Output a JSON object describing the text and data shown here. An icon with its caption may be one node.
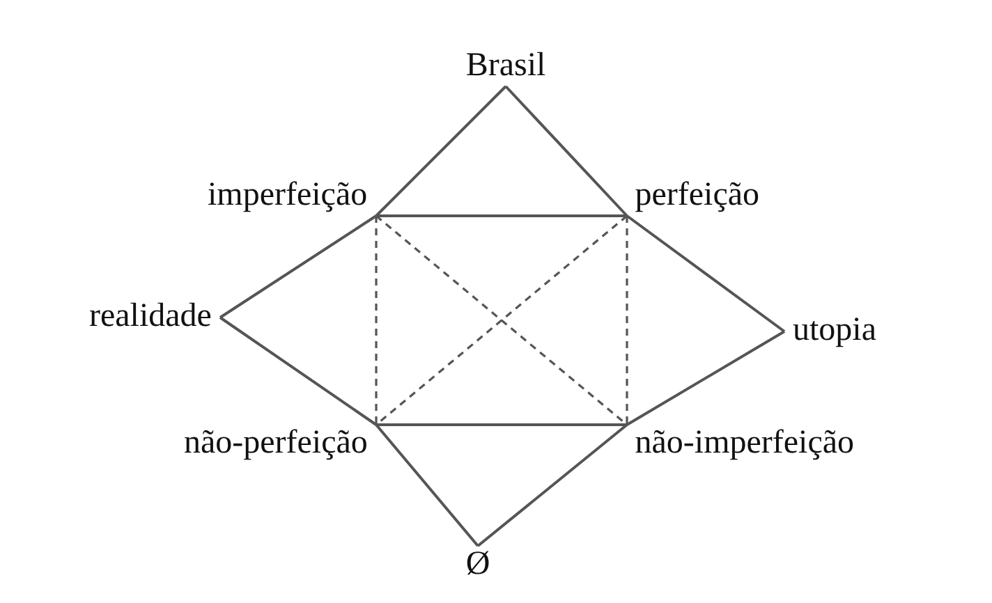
{
  "diagram": {
    "nodes": [
      {
        "text": [
          "Brasil"
        ]
      },
      {
        "text": [
          "imperfeição"
        ]
      },
      {
        "text": [
          "perfeição"
        ]
      },
      {
        "text": [
          "realidade"
        ]
      },
      {
        "text": [
          "utopia"
        ]
      },
      {
        "text": [
          "não-perfeição"
        ]
      },
      {
        "text": [
          "não-imperfeição"
        ]
      },
      {
        "text": [
          "Ø"
        ]
      }
    ],
    "edges": [
      {
        "from": 0,
        "to": 1,
        "arrow": "none"
      },
      {
        "from": 0,
        "to": 2,
        "arrow": "none"
      },
      {
        "from": 1,
        "to": 2,
        "arrow": "none"
      },
      {
        "from": 3,
        "to": 1,
        "arrow": "none"
      },
      {
        "from": 3,
        "to": 5,
        "arrow": "none"
      },
      {
        "from": 2,
        "to": 4,
        "arrow": "none"
      },
      {
        "from": 4,
        "to": 6,
        "arrow": "none"
      },
      {
        "from": 1,
        "to": 5,
        "arrow": "none",
        "style": "dashed"
      },
      {
        "from": 2,
        "to": 6,
        "arrow": "none",
        "style": "dashed"
      },
      {
        "from": 1,
        "to": 6,
        "arrow": "none",
        "style": "dashed"
      },
      {
        "from": 2,
        "to": 5,
        "arrow": "none",
        "style": "dashed"
      },
      {
        "from": 5,
        "to": 6,
        "arrow": "none"
      },
      {
        "from": 5,
        "to": 7,
        "arrow": "none"
      },
      {
        "from": 6,
        "to": 7,
        "arrow": "none"
      }
    ]
  }
}
